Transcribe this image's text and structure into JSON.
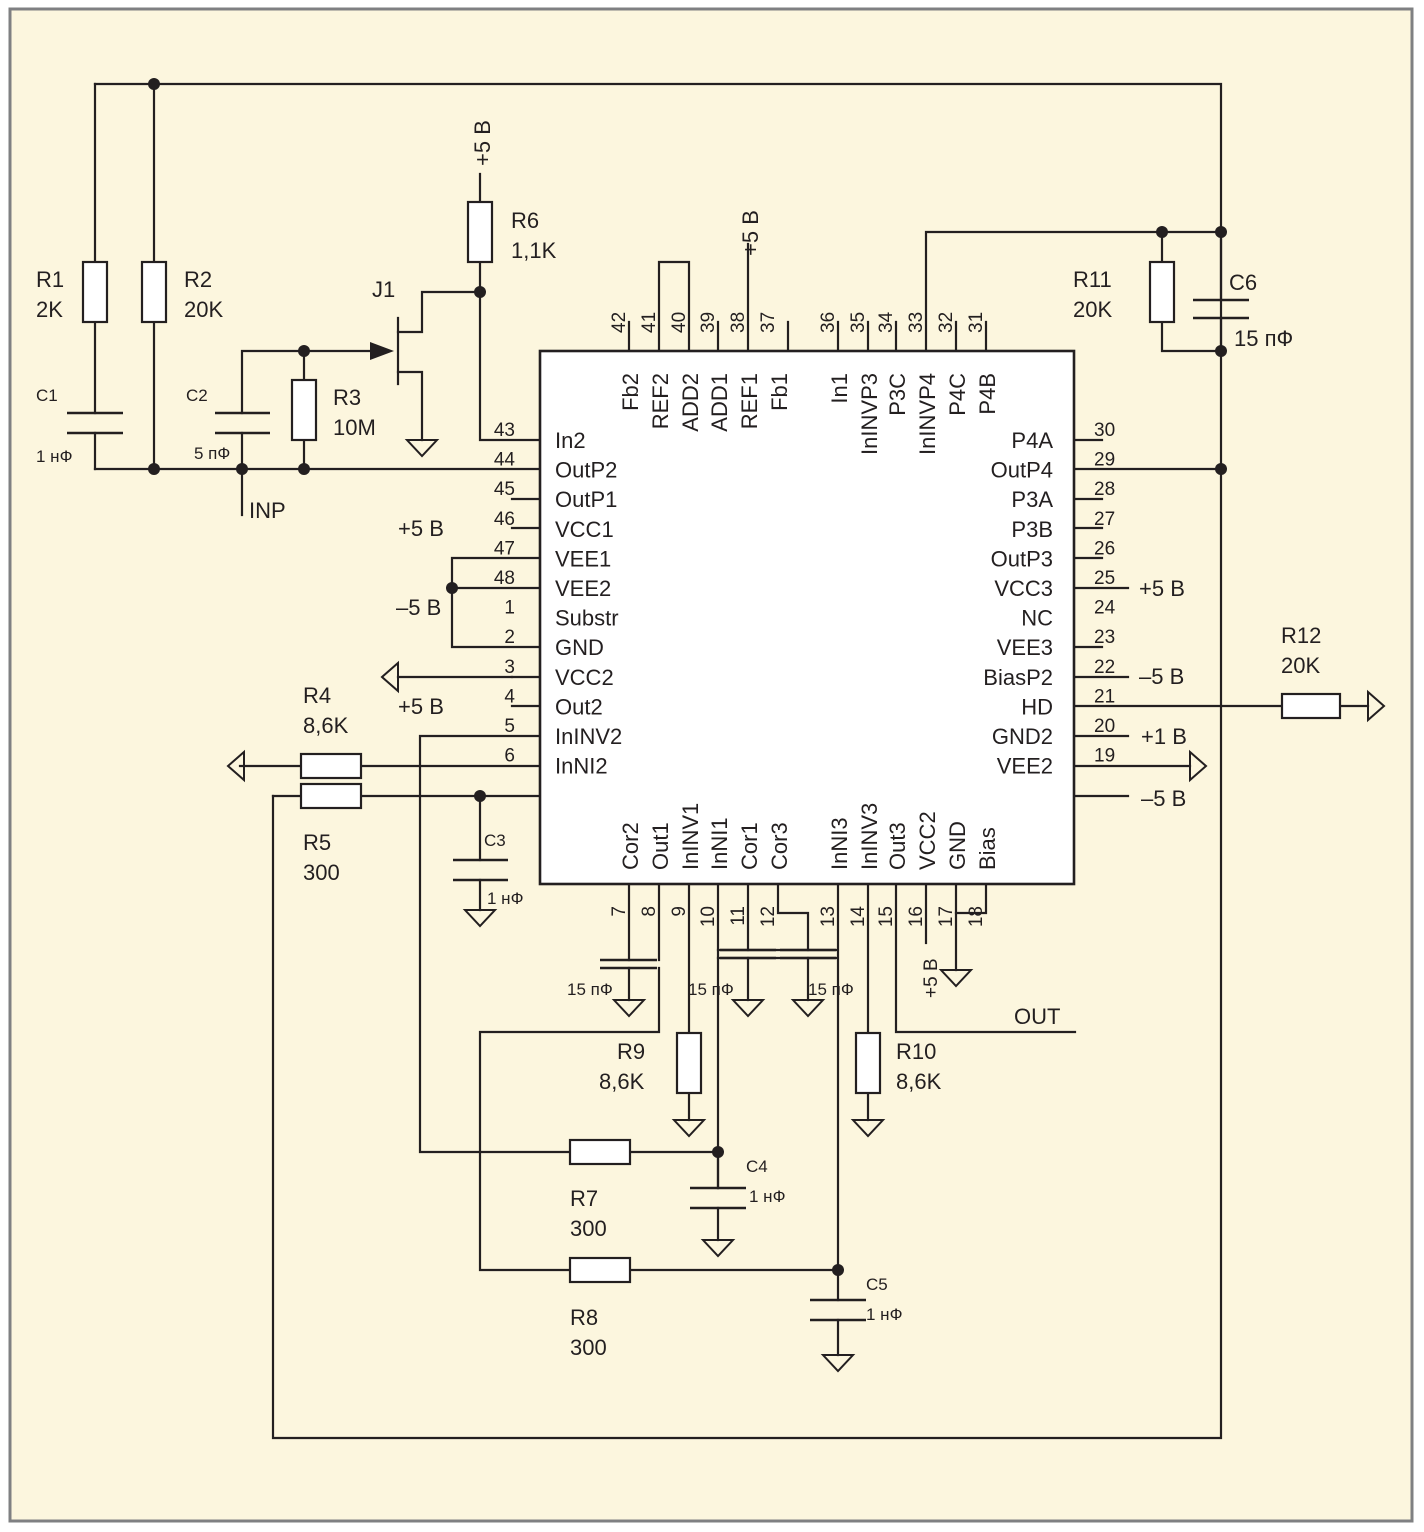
{
  "colors": {
    "background": "#fcf6de",
    "frame": "#7f8082",
    "ink": "#231f20"
  },
  "ic": {
    "left_pins": [
      {
        "num": "43",
        "name": "In2"
      },
      {
        "num": "44",
        "name": "OutP2"
      },
      {
        "num": "45",
        "name": "OutP1"
      },
      {
        "num": "46",
        "name": "VCC1"
      },
      {
        "num": "47",
        "name": "VEE1"
      },
      {
        "num": "48",
        "name": "VEE2"
      },
      {
        "num": "1",
        "name": "Substr"
      },
      {
        "num": "2",
        "name": "GND"
      },
      {
        "num": "3",
        "name": "VCC2"
      },
      {
        "num": "4",
        "name": "Out2"
      },
      {
        "num": "5",
        "name": "InINV2"
      },
      {
        "num": "6",
        "name": "InNI2"
      }
    ],
    "right_pins": [
      {
        "num": "30",
        "name": "P4A"
      },
      {
        "num": "29",
        "name": "OutP4"
      },
      {
        "num": "28",
        "name": "P3A"
      },
      {
        "num": "27",
        "name": "P3B"
      },
      {
        "num": "26",
        "name": "OutP3"
      },
      {
        "num": "25",
        "name": "VCC3"
      },
      {
        "num": "24",
        "name": "NC"
      },
      {
        "num": "23",
        "name": "VEE3"
      },
      {
        "num": "22",
        "name": "BiasP2"
      },
      {
        "num": "21",
        "name": "HD"
      },
      {
        "num": "20",
        "name": "GND2"
      },
      {
        "num": "19",
        "name": "VEE2"
      }
    ],
    "top_pins": [
      {
        "num": "42",
        "name": "Fb2"
      },
      {
        "num": "41",
        "name": "REF2"
      },
      {
        "num": "40",
        "name": "ADD2"
      },
      {
        "num": "39",
        "name": "ADD1"
      },
      {
        "num": "38",
        "name": "REF1"
      },
      {
        "num": "37",
        "name": "Fb1"
      },
      {
        "num": "36",
        "name": "In1"
      },
      {
        "num": "35",
        "name": "InINVP3"
      },
      {
        "num": "34",
        "name": "P3C"
      },
      {
        "num": "33",
        "name": "InINVP4"
      },
      {
        "num": "32",
        "name": "P4C"
      },
      {
        "num": "31",
        "name": "P4B"
      }
    ],
    "bottom_pins": [
      {
        "num": "7",
        "name": "Cor2"
      },
      {
        "num": "8",
        "name": "Out1"
      },
      {
        "num": "9",
        "name": "InINV1"
      },
      {
        "num": "10",
        "name": "InNI1"
      },
      {
        "num": "11",
        "name": "Cor1"
      },
      {
        "num": "12",
        "name": "Cor3"
      },
      {
        "num": "13",
        "name": "InNI3"
      },
      {
        "num": "14",
        "name": "InINV3"
      },
      {
        "num": "15",
        "name": "Out3"
      },
      {
        "num": "16",
        "name": "VCC2"
      },
      {
        "num": "17",
        "name": "GND"
      },
      {
        "num": "18",
        "name": "Bias"
      }
    ]
  },
  "components": {
    "r1": {
      "ref": "R1",
      "value": "2K"
    },
    "r2": {
      "ref": "R2",
      "value": "20K"
    },
    "r3": {
      "ref": "R3",
      "value": "10M"
    },
    "r4": {
      "ref": "R4",
      "value": "8,6K"
    },
    "r5": {
      "ref": "R5",
      "value": "300"
    },
    "r6": {
      "ref": "R6",
      "value": "1,1K"
    },
    "r7": {
      "ref": "R7",
      "value": "300"
    },
    "r8": {
      "ref": "R8",
      "value": "300"
    },
    "r9": {
      "ref": "R9",
      "value": "8,6K"
    },
    "r10": {
      "ref": "R10",
      "value": "8,6K"
    },
    "r11": {
      "ref": "R11",
      "value": "20K"
    },
    "r12": {
      "ref": "R12",
      "value": "20K"
    },
    "c1": {
      "ref": "C1",
      "value": "1 нФ"
    },
    "c2": {
      "ref": "C2",
      "value": "5 пФ"
    },
    "c3": {
      "ref": "C3",
      "value": "1 нФ"
    },
    "c4": {
      "ref": "C4",
      "value": "1 нФ"
    },
    "c5": {
      "ref": "C5",
      "value": "1 нФ"
    },
    "c6": {
      "ref": "C6",
      "value": "15 пФ"
    },
    "c_cor2": {
      "value": "15 пФ"
    },
    "c_cor1": {
      "value": "15 пФ"
    },
    "c_cor3": {
      "value": "15 пФ"
    },
    "j1": {
      "ref": "J1"
    }
  },
  "supplies": {
    "r6_top": "+5 В",
    "ref1": "+5 В",
    "vcc1": "+5 В",
    "vee": "–5 В",
    "vcc2": "+5 В",
    "vcc3": "+5 В",
    "vee3": "–5 В",
    "hd": "+1 В",
    "vee2_right": "–5 В",
    "vcc2_bottom": "+5 В"
  },
  "signals": {
    "input": "INP",
    "output": "OUT"
  }
}
